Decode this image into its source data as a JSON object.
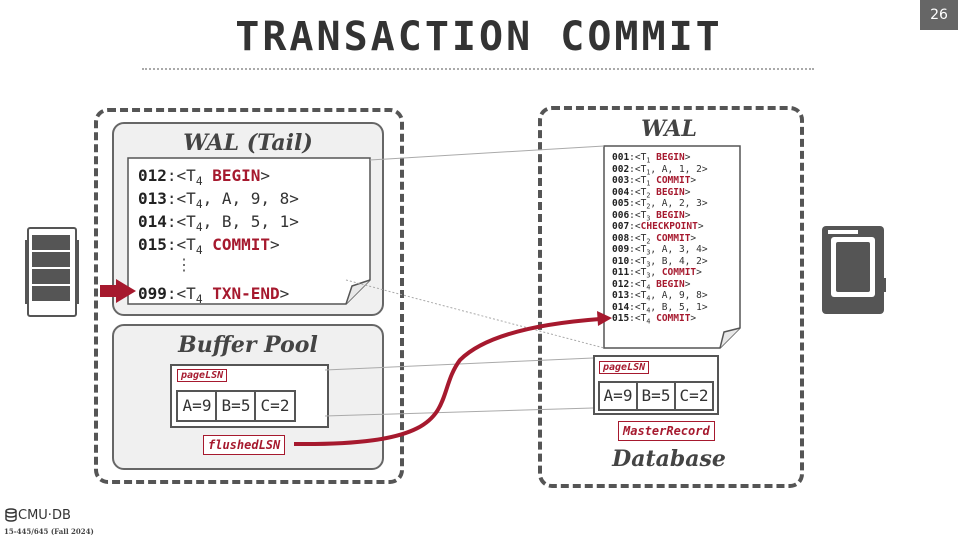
{
  "slide": {
    "title": "TRANSACTION COMMIT",
    "page_number": "26"
  },
  "memory": {
    "wal_tail": {
      "title": "WAL (Tail)",
      "entries": [
        {
          "lsn": "012",
          "open": "<T",
          "sub": "4",
          "rest": " ",
          "keyword": "BEGIN",
          "close": ">"
        },
        {
          "lsn": "013",
          "open": "<T",
          "sub": "4",
          "rest": ", A, 9, 8>",
          "keyword": "",
          "close": ""
        },
        {
          "lsn": "014",
          "open": "<T",
          "sub": "4",
          "rest": ", B, 5, 1>",
          "keyword": "",
          "close": ""
        },
        {
          "lsn": "015",
          "open": "<T",
          "sub": "4",
          "rest": " ",
          "keyword": "COMMIT",
          "close": ">"
        },
        {
          "lsn": "099",
          "open": "<T",
          "sub": "4",
          "rest": " ",
          "keyword": "TXN-END",
          "close": ">"
        }
      ],
      "ellipsis": "⋮"
    },
    "buffer_pool": {
      "title": "Buffer Pool",
      "page_lsn_label": "pageLSN",
      "cells": [
        "A=9",
        "B=5",
        "C=2"
      ],
      "flushed_lsn_label": "flushedLSN"
    }
  },
  "disk": {
    "wal": {
      "title": "WAL",
      "entries": [
        {
          "lsn": "001",
          "open": "<T",
          "sub": "1",
          "rest": " ",
          "keyword": "BEGIN",
          "close": ">"
        },
        {
          "lsn": "002",
          "open": "<T",
          "sub": "1",
          "rest": ", A, 1, 2>",
          "keyword": "",
          "close": ""
        },
        {
          "lsn": "003",
          "open": "<T",
          "sub": "1",
          "rest": " ",
          "keyword": "COMMIT",
          "close": ">"
        },
        {
          "lsn": "004",
          "open": "<T",
          "sub": "2",
          "rest": " ",
          "keyword": "BEGIN",
          "close": ">"
        },
        {
          "lsn": "005",
          "open": "<T",
          "sub": "2",
          "rest": ", A, 2, 3>",
          "keyword": "",
          "close": ""
        },
        {
          "lsn": "006",
          "open": "<T",
          "sub": "3",
          "rest": " ",
          "keyword": "BEGIN",
          "close": ">"
        },
        {
          "lsn": "007",
          "open": "<",
          "sub": "",
          "rest": "",
          "keyword": "CHECKPOINT",
          "close": ">"
        },
        {
          "lsn": "008",
          "open": "<T",
          "sub": "2",
          "rest": " ",
          "keyword": "COMMIT",
          "close": ">"
        },
        {
          "lsn": "009",
          "open": "<T",
          "sub": "3",
          "rest": ", A, 3, 4>",
          "keyword": "",
          "close": ""
        },
        {
          "lsn": "010",
          "open": "<T",
          "sub": "3",
          "rest": ", B, 4, 2>",
          "keyword": "",
          "close": ""
        },
        {
          "lsn": "011",
          "open": "<T",
          "sub": "3",
          "rest": ", ",
          "keyword": "COMMIT",
          "close": ">"
        },
        {
          "lsn": "012",
          "open": "<T",
          "sub": "4",
          "rest": " ",
          "keyword": "BEGIN",
          "close": ">"
        },
        {
          "lsn": "013",
          "open": "<T",
          "sub": "4",
          "rest": ", A, 9, 8>",
          "keyword": "",
          "close": ""
        },
        {
          "lsn": "014",
          "open": "<T",
          "sub": "4",
          "rest": ", B, 5, 1>",
          "keyword": "",
          "close": ""
        },
        {
          "lsn": "015",
          "open": "<T",
          "sub": "4",
          "rest": " ",
          "keyword": "COMMIT",
          "close": ">"
        }
      ]
    },
    "page_lsn_label": "pageLSN",
    "cells": [
      "A=9",
      "B=5",
      "C=2"
    ],
    "master_record_label": "MasterRecord",
    "database_label": "Database"
  },
  "footer": {
    "logo": "CMU·DB",
    "course": "15-445/645 (Fall 2024)"
  },
  "colors": {
    "accent": "#a6192e",
    "panel": "#f0f0f0",
    "border": "#555555"
  },
  "icons": [
    "ram-icon",
    "disk-icon",
    "pointer-arrow-icon"
  ]
}
